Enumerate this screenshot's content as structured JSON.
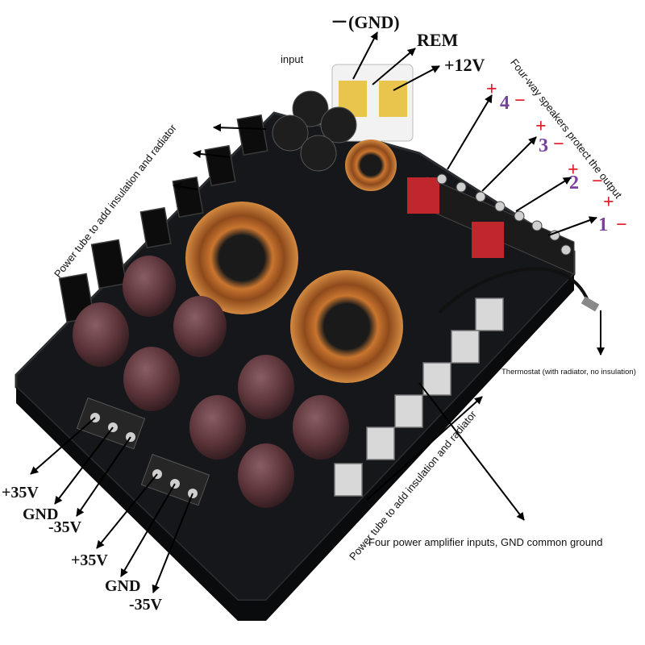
{
  "labels": {
    "gnd_input": "－(GND)",
    "rem": "REM",
    "plus12v": "+12V",
    "input": "input",
    "speakers_output": "Four-way speakers protect the output",
    "power_tube_left": "Power tube to add insulation and radiator",
    "power_tube_right": "Power tube to add insulation and radiator",
    "thermostat": "Thermostat (with radiator, no insulation)",
    "amp_inputs": "Four power amplifier inputs, GND common ground",
    "supply1_plus": "+35V",
    "supply1_gnd": "GND",
    "supply1_minus": "-35V",
    "supply2_plus": "+35V",
    "supply2_gnd": "GND",
    "supply2_minus": "-35V"
  },
  "channels": [
    {
      "number": "4",
      "plus": "+",
      "minus": "−"
    },
    {
      "number": "3",
      "plus": "+",
      "minus": "−"
    },
    {
      "number": "2",
      "plus": "+",
      "minus": "−"
    },
    {
      "number": "1",
      "plus": "+",
      "minus": "−"
    }
  ],
  "colors": {
    "pcb": "#15171a",
    "pcb_edge": "#2a2d31",
    "cap": "#5a3338",
    "cap_top": "#6e4a4e",
    "toroid": "#b0622a",
    "connector": "#e9c54d",
    "terminal_block": "#262626",
    "relay": "#c0272d",
    "plus_red": "#e0202a",
    "number_purple": "#7b3fa0",
    "arrow": "#000000"
  }
}
